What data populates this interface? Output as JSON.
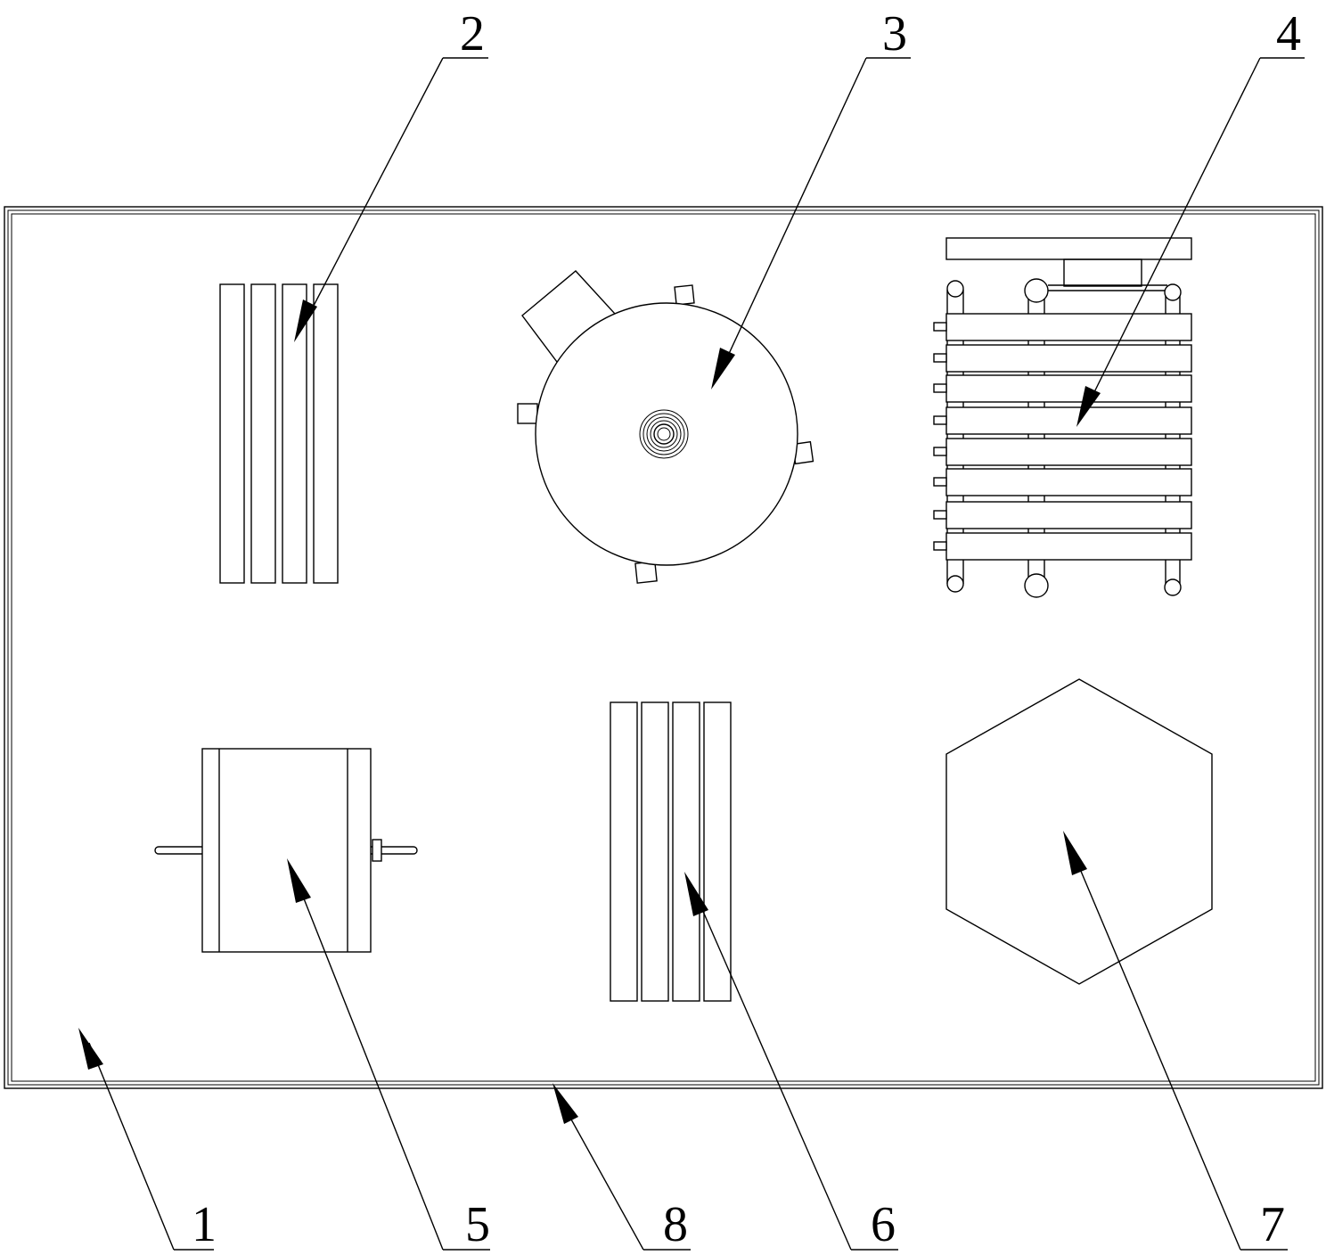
{
  "callouts": {
    "label_1": "1",
    "label_2": "2",
    "label_3": "3",
    "label_4": "4",
    "label_5": "5",
    "label_6": "6",
    "label_7": "7",
    "label_8": "8"
  }
}
